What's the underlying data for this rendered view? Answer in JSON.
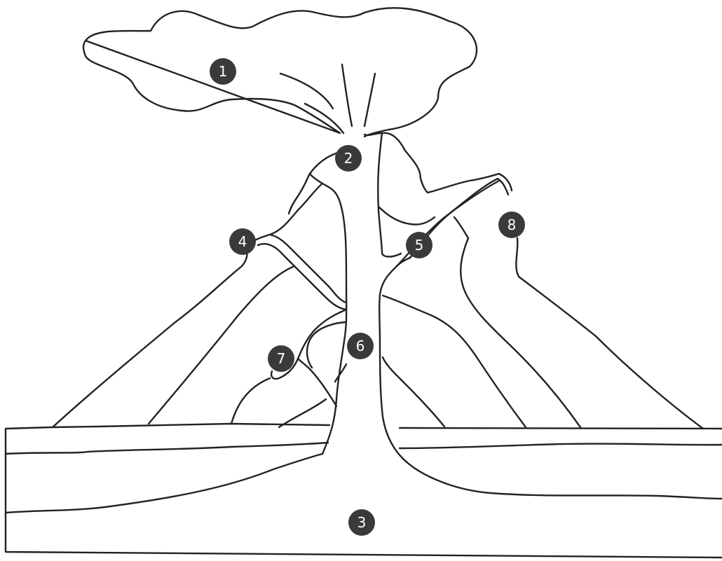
{
  "labels": [
    {
      "id": "1",
      "text": "1"
    },
    {
      "id": "2",
      "text": "2"
    },
    {
      "id": "3",
      "text": "3"
    },
    {
      "id": "4",
      "text": "4"
    },
    {
      "id": "5",
      "text": "5"
    },
    {
      "id": "6",
      "text": "6"
    },
    {
      "id": "7",
      "text": "7"
    },
    {
      "id": "8",
      "text": "8"
    }
  ],
  "colors": {
    "line": "#222222",
    "marker": "#3a3a3a",
    "background": "#ffffff"
  }
}
